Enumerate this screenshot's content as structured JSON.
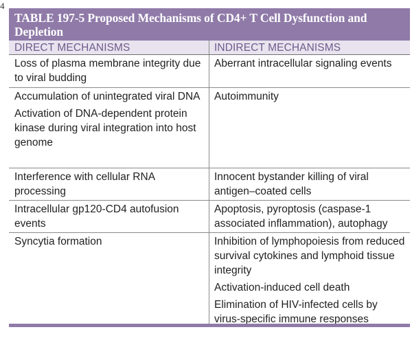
{
  "page_marker": "4",
  "table": {
    "title_line1": "TABLE 197-5  Proposed Mechanisms of CD4+ T Cell Dysfunction and",
    "title_line2": "Depletion",
    "headers": {
      "direct": "DIRECT MECHANISMS",
      "indirect": "INDIRECT MECHANISMS"
    },
    "rows": [
      {
        "direct": [
          "Loss of plasma membrane integrity due to viral budding"
        ],
        "indirect": [
          "Aberrant intracellular signaling events"
        ]
      },
      {
        "direct": [
          "Accumulation of unintegrated viral DNA",
          "Activation of DNA-dependent protein kinase during viral integration into host genome"
        ],
        "indirect": [
          "Autoimmunity"
        ]
      },
      {
        "direct": [
          "Interference with cellular RNA processing"
        ],
        "indirect": [
          "Innocent bystander killing of viral antigen–coated cells"
        ]
      },
      {
        "direct": [
          "Intracellular gp120-CD4 autofusion events"
        ],
        "indirect": [
          "Apoptosis, pyroptosis (caspase-1 associated inflammation), autophagy"
        ]
      },
      {
        "direct": [
          "Syncytia formation"
        ],
        "indirect": [
          "Inhibition of lymphopoiesis from reduced survival cytokines and lymphoid tissue integrity",
          "Activation-induced cell death",
          "Elimination of HIV-infected cells by virus-specific immune responses"
        ]
      }
    ]
  }
}
